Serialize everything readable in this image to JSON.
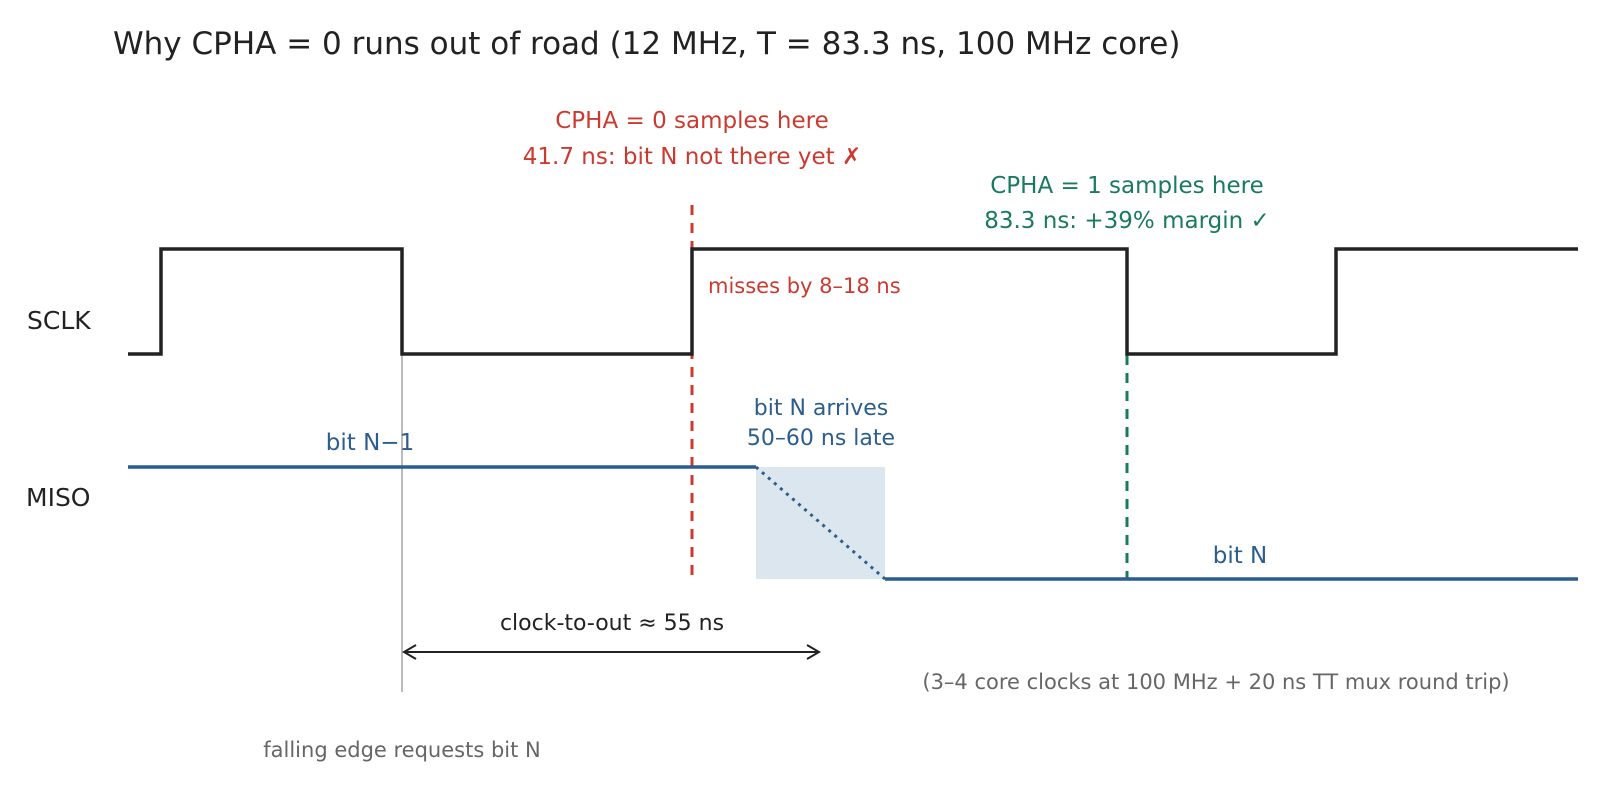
{
  "title": "Why CPHA = 0 runs out of road (12 MHz, T = 83.3 ns, 100 MHz core)",
  "signals": {
    "sclk": "SCLK",
    "miso": "MISO"
  },
  "cpha0": {
    "line1": "CPHA = 0 samples here",
    "line2": "41.7 ns: bit N not there yet ✗",
    "miss_note": "misses by 8–18 ns"
  },
  "cpha1": {
    "line1": "CPHA = 1 samples here",
    "line2": "83.3 ns: +39% margin ✓"
  },
  "miso_labels": {
    "prev_bit": "bit N−1",
    "arrival_line1": "bit N arrives",
    "arrival_line2": "50–60 ns late",
    "new_bit": "bit N"
  },
  "annotations": {
    "clock_to_out": "clock-to-out ≈ 55 ns",
    "core_note": "(3–4 core clocks at 100 MHz + 20 ns TT mux round trip)",
    "falling_edge": "falling edge requests bit N"
  },
  "colors": {
    "cpha0": "#cc3a2f",
    "cpha1": "#1a7a5e",
    "miso": "#2b5d8e",
    "clock": "#222222",
    "transition_band": "#dce6ef",
    "reference_line": "#aaaaaa"
  }
}
